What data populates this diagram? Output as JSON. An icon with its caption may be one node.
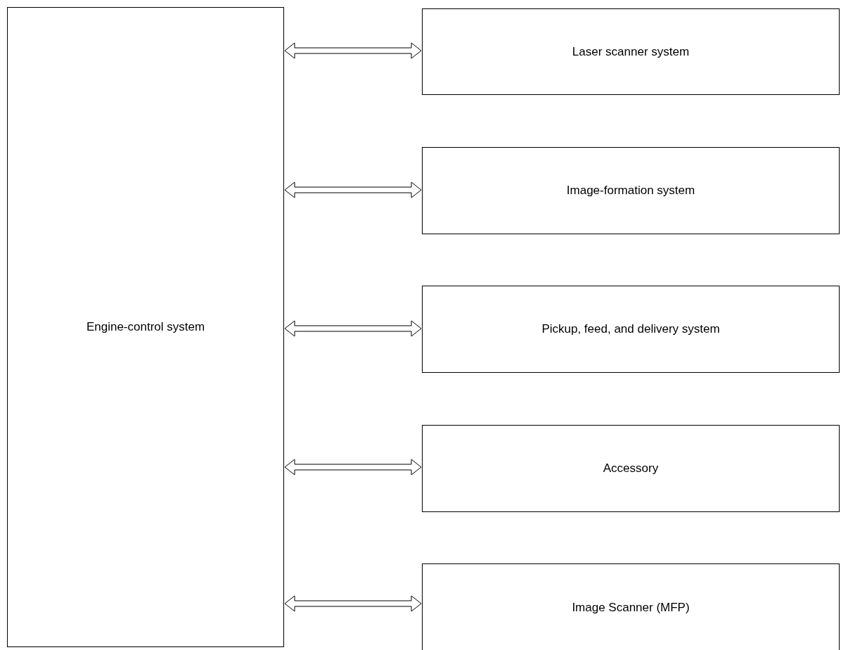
{
  "diagram": {
    "nodes": [
      {
        "text": [
          "Engine-control system"
        ]
      },
      {
        "text": [
          "Laser scanner system"
        ]
      },
      {
        "text": [
          "Image-formation system"
        ]
      },
      {
        "text": [
          "Pickup, feed, and delivery system"
        ]
      },
      {
        "text": [
          "Accessory"
        ]
      },
      {
        "text": [
          "Image Scanner (MFP)"
        ]
      }
    ],
    "edges": [
      {
        "from": 0,
        "to": 1,
        "arrow": "both"
      },
      {
        "from": 0,
        "to": 2,
        "arrow": "both"
      },
      {
        "from": 0,
        "to": 3,
        "arrow": "both"
      },
      {
        "from": 0,
        "to": 4,
        "arrow": "both"
      },
      {
        "from": 0,
        "to": 5,
        "arrow": "both"
      }
    ]
  }
}
